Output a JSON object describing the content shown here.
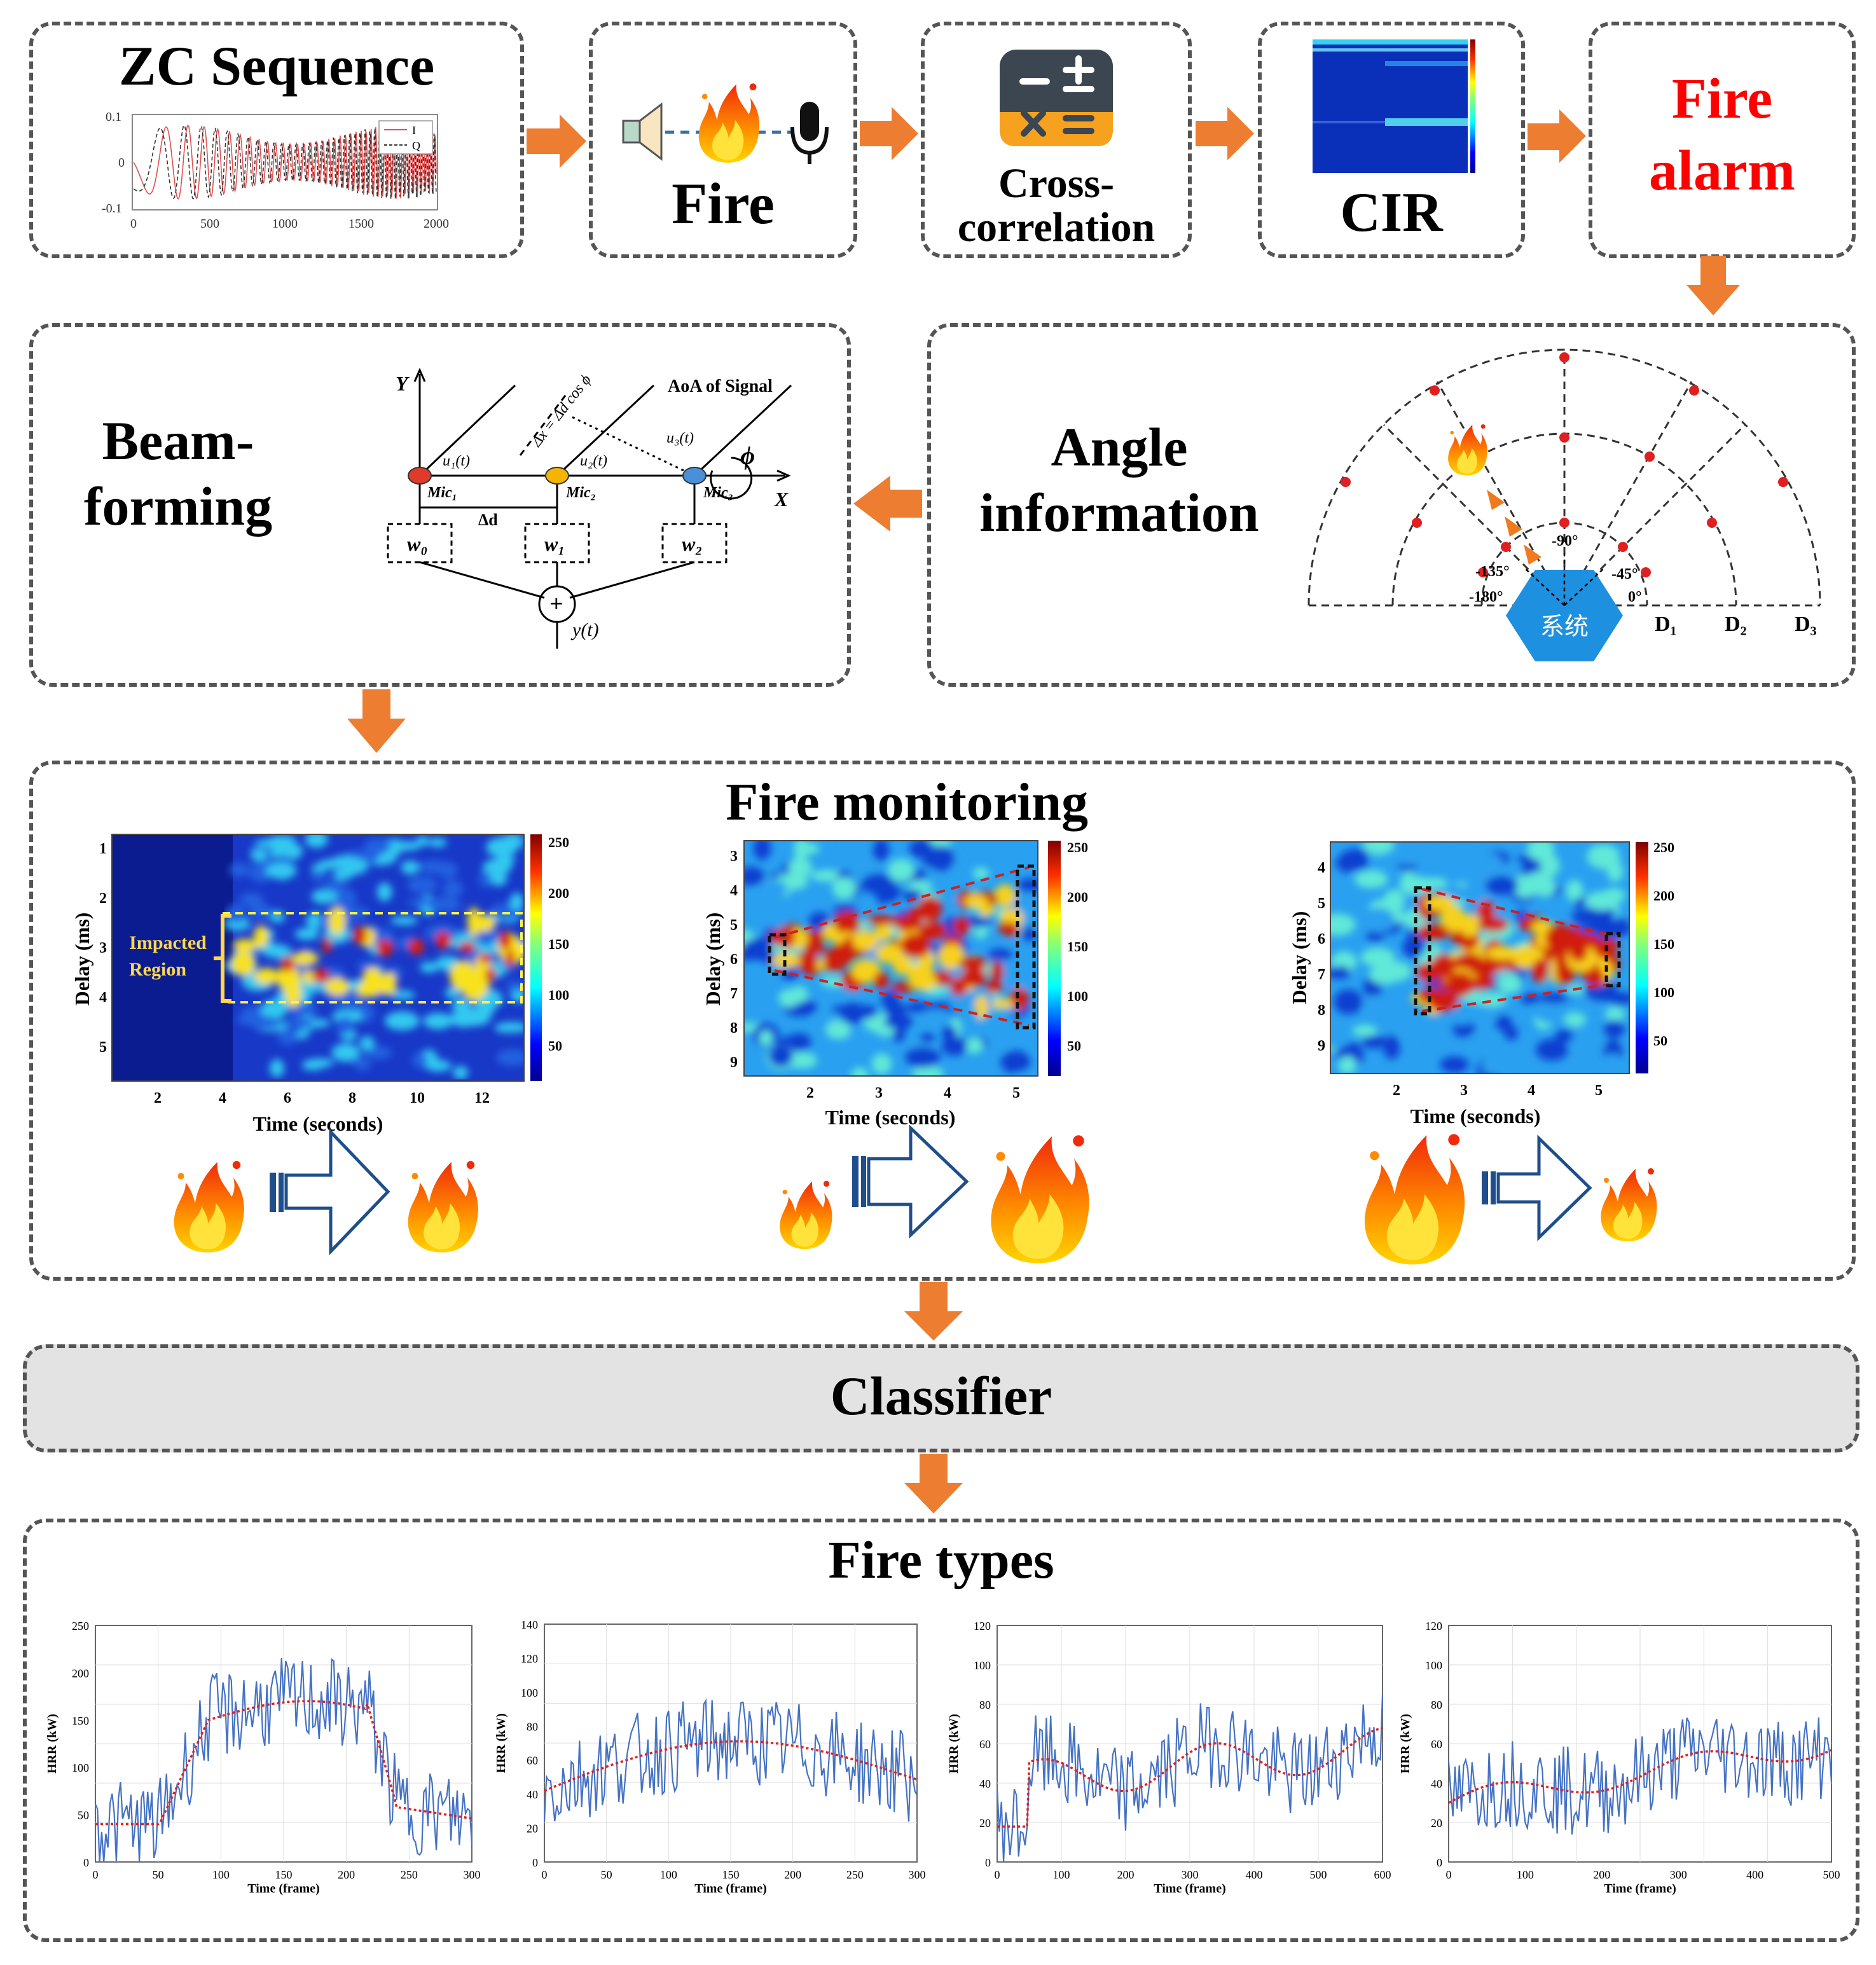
{
  "colors": {
    "border": "#555555",
    "arrow": "#ED7D31",
    "alarm": "#FF0000",
    "classifier_bg": "#E3E3E3",
    "plot_blue": "#4472C4",
    "trend_red": "#E02020"
  },
  "pipeline": {
    "zc_title": "ZC Sequence",
    "fire_title": "Fire",
    "cross_title_1": "Cross-",
    "cross_title_2": "correlation",
    "cir_title": "CIR",
    "alarm_title_1": "Fire",
    "alarm_title_2": "alarm"
  },
  "zc_plot": {
    "yticks": [
      "0.1",
      "0",
      "-0.1"
    ],
    "xticks": [
      "0",
      "500",
      "1000",
      "1500",
      "2000"
    ],
    "legend": [
      "I",
      "Q"
    ]
  },
  "beamforming": {
    "title_1": "Beam-",
    "title_2": "forming",
    "y_axis": "Y",
    "x_axis": "X",
    "aoa_label": "AoA of Signal",
    "dx_label": "Δx = Δd cos ϕ",
    "phi": "ϕ",
    "u1": "u₁(t)",
    "u2": "u₂(t)",
    "u3": "u₃(t)",
    "mic1": "Mic₁",
    "mic2": "Mic₂",
    "mic3": "Mic₃",
    "delta_d": "Δd",
    "w0": "w₀",
    "w1": "w₁",
    "w2": "w₂",
    "sum": "+",
    "output": "y(t)"
  },
  "angle": {
    "title_1": "Angle",
    "title_2": "information",
    "angles": [
      "-90°",
      "-135°",
      "-45°",
      "-180°",
      "0°"
    ],
    "system_label": "系统",
    "ranges": [
      "D₁",
      "D₂",
      "D₃"
    ]
  },
  "monitoring": {
    "title": "Fire monitoring",
    "maps": [
      {
        "ylabel": "Delay (ms)",
        "xlabel": "Time (seconds)",
        "yticks": [
          "1",
          "2",
          "3",
          "4",
          "5"
        ],
        "xticks": [
          "2",
          "4",
          "6",
          "8",
          "10",
          "12"
        ],
        "cbar": [
          "250",
          "200",
          "150",
          "100",
          "50"
        ],
        "annotation_1": "Impacted",
        "annotation_2": "Region"
      },
      {
        "ylabel": "Delay (ms)",
        "xlabel": "Time (seconds)",
        "yticks": [
          "3",
          "4",
          "5",
          "6",
          "7",
          "8",
          "9"
        ],
        "xticks": [
          "2",
          "3",
          "4",
          "5"
        ],
        "cbar": [
          "250",
          "200",
          "150",
          "100",
          "50"
        ]
      },
      {
        "ylabel": "Delay (ms)",
        "xlabel": "Time (seconds)",
        "yticks": [
          "4",
          "5",
          "6",
          "7",
          "8",
          "9"
        ],
        "xticks": [
          "2",
          "3",
          "4",
          "5"
        ],
        "cbar": [
          "250",
          "200",
          "150",
          "100",
          "50"
        ]
      }
    ]
  },
  "classifier": {
    "title": "Classifier"
  },
  "fire_types": {
    "title": "Fire types",
    "plots": [
      {
        "ylabel": "HRR (kW)",
        "xlabel": "Time (frame)",
        "yticks": [
          "0",
          "50",
          "100",
          "150",
          "200",
          "250"
        ],
        "xticks": [
          "0",
          "50",
          "100",
          "150",
          "200",
          "250",
          "300"
        ]
      },
      {
        "ylabel": "HRR (kW)",
        "xlabel": "Time (frame)",
        "yticks": [
          "0",
          "20",
          "40",
          "60",
          "80",
          "100",
          "120",
          "140"
        ],
        "xticks": [
          "0",
          "50",
          "100",
          "150",
          "200",
          "250",
          "300"
        ]
      },
      {
        "ylabel": "HRR (kW)",
        "xlabel": "Time (frame)",
        "yticks": [
          "0",
          "20",
          "40",
          "60",
          "80",
          "100",
          "120"
        ],
        "xticks": [
          "0",
          "100",
          "200",
          "300",
          "400",
          "500",
          "600"
        ]
      },
      {
        "ylabel": "HRR (kW)",
        "xlabel": "Time (frame)",
        "yticks": [
          "0",
          "20",
          "40",
          "60",
          "80",
          "100",
          "120"
        ],
        "xticks": [
          "0",
          "100",
          "200",
          "300",
          "400",
          "500"
        ]
      }
    ]
  }
}
